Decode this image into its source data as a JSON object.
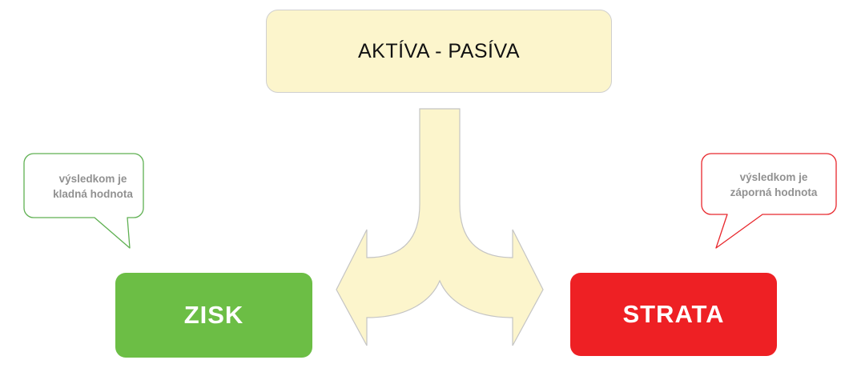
{
  "diagram": {
    "title_node": {
      "label": "AKTÍVA - PASÍVA",
      "fill": "#FCF5CC",
      "border": "#cfcfcf",
      "text_color": "#111111"
    },
    "arrow": {
      "name": "split-arrow-down",
      "fill": "#FCF5CC",
      "stroke": "#c4c4c4"
    },
    "outcomes": [
      {
        "id": "profit",
        "label": "ZISK",
        "fill": "#6CBE45",
        "text_color": "#ffffff"
      },
      {
        "id": "loss",
        "label": "STRATA",
        "fill": "#EE2024",
        "text_color": "#ffffff"
      }
    ],
    "callouts": [
      {
        "id": "profit-callout",
        "text": "výsledkom je\nkladná hodnota",
        "stroke": "#5FB052",
        "text_color": "#919191",
        "tail_direction": "down-right"
      },
      {
        "id": "loss-callout",
        "text": "výsledkom je\nzáporná hodnota",
        "stroke": "#E8272C",
        "text_color": "#919191",
        "tail_direction": "down-left"
      }
    ]
  }
}
